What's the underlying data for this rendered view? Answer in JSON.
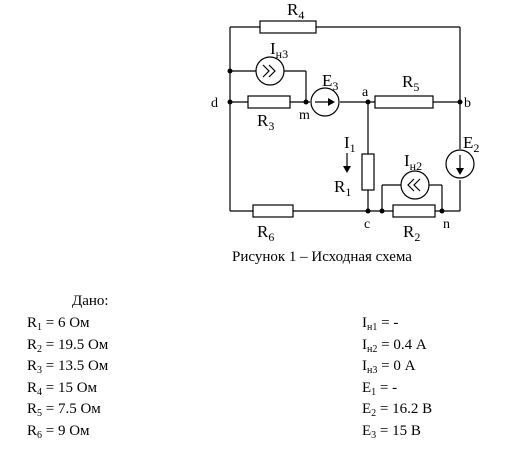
{
  "caption": "Рисунок 1 – Исходная схема",
  "given": {
    "title": "Дано:",
    "resistors": [
      {
        "sym": "R",
        "sub": "1",
        "value": " = 6 Ом"
      },
      {
        "sym": "R",
        "sub": "2",
        "value": " = 19.5 Ом"
      },
      {
        "sym": "R",
        "sub": "3",
        "value": " = 13.5 Ом"
      },
      {
        "sym": "R",
        "sub": "4",
        "value": " = 15 Ом"
      },
      {
        "sym": "R",
        "sub": "5",
        "value": " = 7.5 Ом"
      },
      {
        "sym": "R",
        "sub": "6",
        "value": " = 9 Ом"
      }
    ],
    "sources": [
      {
        "sym": "I",
        "sub": "н1",
        "value": " = -"
      },
      {
        "sym": "I",
        "sub": "н2",
        "value": " = 0.4 А"
      },
      {
        "sym": "I",
        "sub": "н3",
        "value": " = 0 А"
      },
      {
        "sym": "E",
        "sub": "1",
        "value": " = -"
      },
      {
        "sym": "E",
        "sub": "2",
        "value": " = 16.2 В"
      },
      {
        "sym": "E",
        "sub": "3",
        "value": " = 15 В"
      }
    ]
  },
  "circuit": {
    "labels": {
      "R4": {
        "main": "R",
        "sub": "4"
      },
      "R3": {
        "main": "R",
        "sub": "3"
      },
      "R5": {
        "main": "R",
        "sub": "5"
      },
      "R6": {
        "main": "R",
        "sub": "6"
      },
      "R2": {
        "main": "R",
        "sub": "2"
      },
      "R1": {
        "main": "R",
        "sub": "1"
      },
      "In3": {
        "main": "I",
        "sub": "н3"
      },
      "In2": {
        "main": "I",
        "sub": "н2"
      },
      "E3": {
        "main": "E",
        "sub": "3"
      },
      "E2": {
        "main": "E",
        "sub": "2"
      },
      "I1": {
        "main": "I",
        "sub": "1"
      }
    },
    "nodes": {
      "d": "d",
      "m": "m",
      "a": "a",
      "b": "b",
      "c": "c",
      "n": "n"
    }
  }
}
